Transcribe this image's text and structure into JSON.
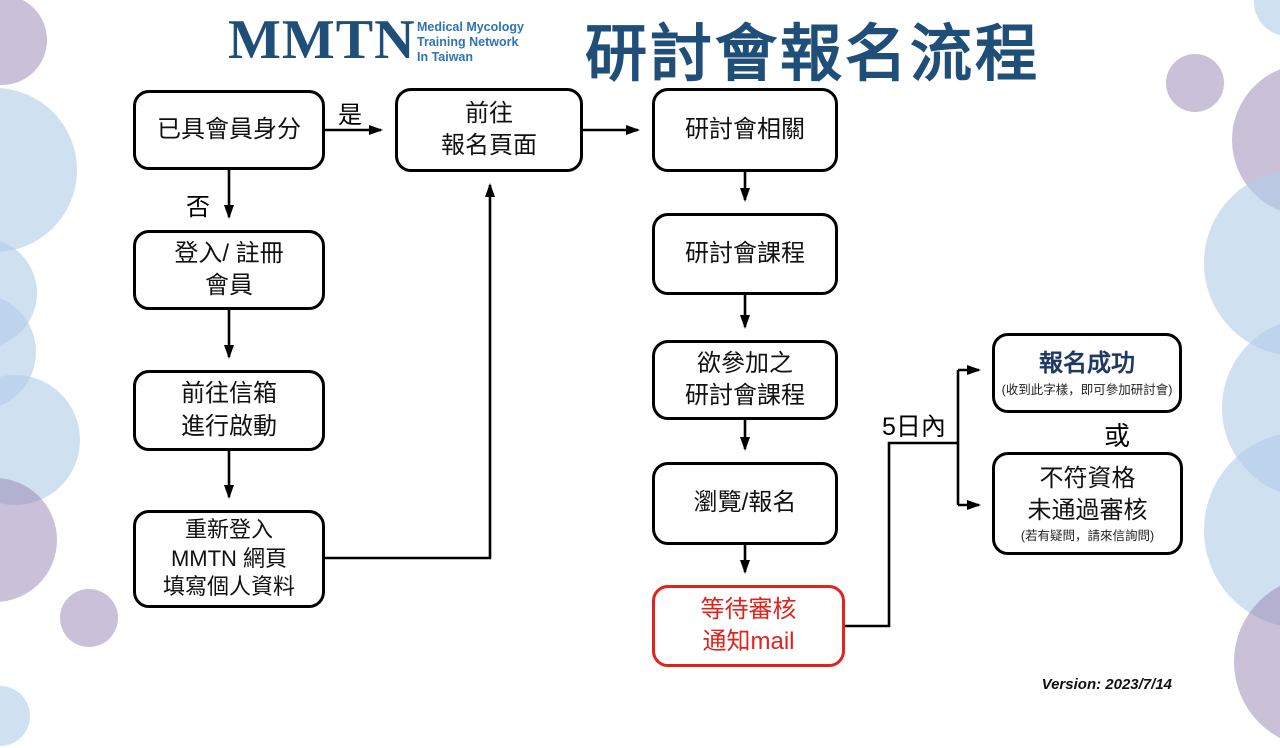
{
  "header": {
    "logo_text": "MMTN",
    "logo_subtitle": "Medical Mycology\nTraining Network\nIn Taiwan",
    "title": "研討會報名流程"
  },
  "colors": {
    "title_navy": "#1F4E79",
    "logo_subtitle_blue": "#2E74B5",
    "success_navy": "#1F3864",
    "alert_red": "#E0231C",
    "connector_black": "#000000"
  },
  "nodes": {
    "member_check": "已具會員身分",
    "goto_registration": "前往\n報名頁面",
    "seminar_related": "研討會相關",
    "login_register": "登入/ 註冊\n會員",
    "activate_mailbox": "前往信箱\n進行啟動",
    "relogin": "重新登入\nMMTN 網頁\n填寫個人資料",
    "seminar_courses": "研討會課程",
    "desired_courses": "欲參加之\n研討會課程",
    "browse_register": "瀏覽/報名",
    "wait_review": "等待審核\n通知mail",
    "success": {
      "title": "報名成功",
      "note": "(收到此字樣，即可參加研討會)"
    },
    "rejected": {
      "title": "不符資格\n未通過審核",
      "note": "(若有疑問，請來信詢問)"
    }
  },
  "labels": {
    "yes": "是",
    "no": "否",
    "within_days": "5日內",
    "or": "或"
  },
  "footer": {
    "version": "Version: 2023/7/14"
  }
}
